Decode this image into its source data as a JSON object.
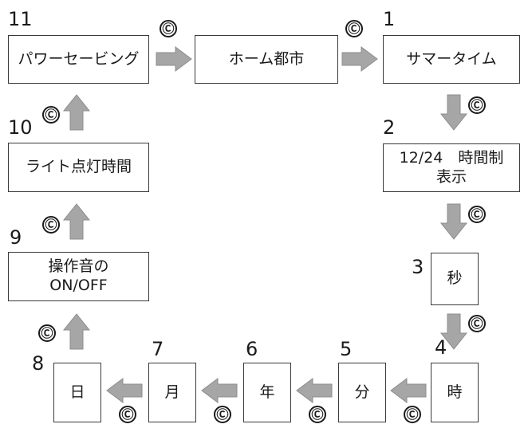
{
  "steps": [
    {
      "num": "1",
      "label": "サマータイム"
    },
    {
      "num": "2",
      "label": "12/24　時間制\n表示"
    },
    {
      "num": "3",
      "label": "秒"
    },
    {
      "num": "4",
      "label": "時"
    },
    {
      "num": "5",
      "label": "分"
    },
    {
      "num": "6",
      "label": "年"
    },
    {
      "num": "7",
      "label": "月"
    },
    {
      "num": "8",
      "label": "日"
    },
    {
      "num": "9",
      "label": "操作音の\nON/OFF"
    },
    {
      "num": "10",
      "label": "ライト点灯時間"
    },
    {
      "num": "11",
      "label": "パワーセービング"
    }
  ],
  "home": {
    "label": "ホーム都市"
  },
  "button_symbol": "Ⓒ",
  "arrow_color": "#a6a6a6"
}
